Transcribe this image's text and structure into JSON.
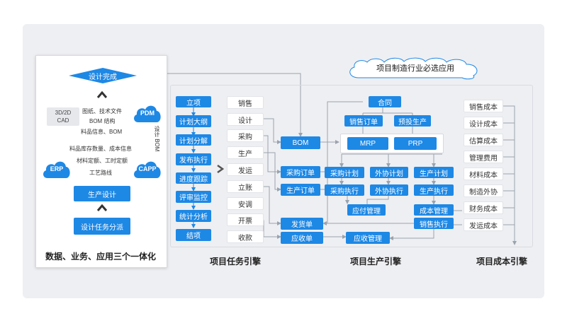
{
  "cloud_label": "项目制造行业必选应用",
  "left_panel": {
    "design_complete": "设计完成",
    "cad": [
      "3D/2D",
      "CAD"
    ],
    "drawing_lines": [
      "图纸、技术文件",
      "BOM 结构",
      "料品信息、BOM"
    ],
    "pdm": "PDM",
    "design_bom": "设计 BOM",
    "erp_lines": [
      "料品库存数量、成本信息",
      "材料定额、工时定额",
      "工艺路线"
    ],
    "erp": "ERP",
    "capp": "CAPP",
    "production_design": "生产设计",
    "design_task_dispatch": "设计任务分派",
    "caption": "数据、业务、应用三个一体化"
  },
  "task_engine": {
    "steps": [
      "立项",
      "计划大纲",
      "计划分解",
      "发布执行",
      "进度跟踪",
      "评审监控",
      "统计分析",
      "结项"
    ],
    "items": [
      "销售",
      "设计",
      "采购",
      "生产",
      "发运",
      "立账",
      "安调",
      "开票",
      "收款"
    ],
    "caption": "项目任务引擎"
  },
  "production_engine": {
    "bom": "BOM",
    "contract": "合同",
    "sales_order": "销售订单",
    "pre_production": "预投生产",
    "mrp": "MRP",
    "prp": "PRP",
    "purchase_order": "采购订单",
    "production_order": "生产订单",
    "purchase_plan": "采购计划",
    "outsource_plan": "外协计划",
    "production_plan": "生产计划",
    "purchase_exec": "采购执行",
    "outsource_exec": "外协执行",
    "production_exec": "生产执行",
    "payable_mgmt": "应付管理",
    "cost_mgmt": "成本管理",
    "delivery_note": "发货单",
    "sales_exec": "销售执行",
    "receipt_note": "应收单",
    "receivable_mgmt": "应收管理",
    "caption": "项目生产引擎"
  },
  "cost_engine": {
    "items": [
      "销售成本",
      "设计成本",
      "估算成本",
      "管理费用",
      "材料成本",
      "制造外协",
      "财务成本",
      "发运成本"
    ],
    "caption": "项目成本引擎"
  }
}
